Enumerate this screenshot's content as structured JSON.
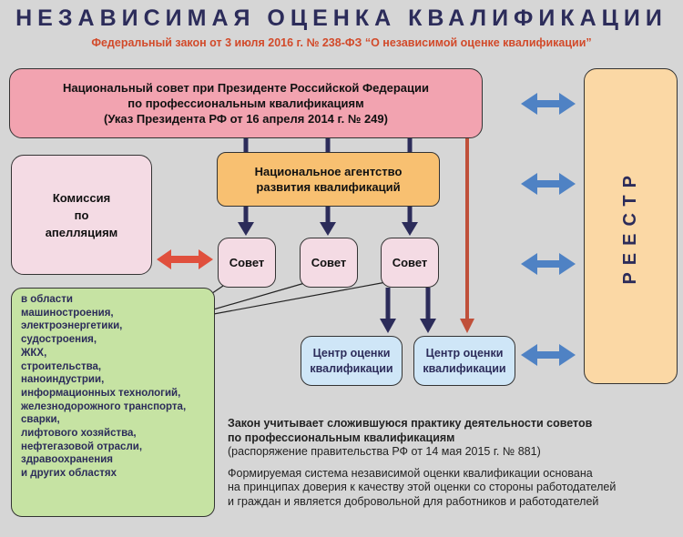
{
  "header": {
    "title": "НЕЗАВИСИМАЯ ОЦЕНКА КВАЛИФИКАЦИИ",
    "subtitle": "Федеральный закон от 3 июля 2016 г. № 238-ФЗ “О независимой оценке квалификации”"
  },
  "national_council": {
    "line1": "Национальный совет при Президенте Российской Федерации",
    "line2": "по профессиональным квалификациям",
    "line3": "(Указ Президента РФ от 16 апреля 2014 г. № 249)"
  },
  "agency": {
    "line1": "Национальное агентство",
    "line2": "развития квалификаций"
  },
  "appeal_commission": {
    "line1": "Комиссия",
    "line2": "по",
    "line3": "апелляциям"
  },
  "councils": [
    "Совет",
    "Совет",
    "Совет"
  ],
  "registry": {
    "label": "РЕЕСТР"
  },
  "areas": [
    "в области",
    "машиностроения,",
    "электроэнергетики,",
    "судостроения,",
    "ЖКХ,",
    "строительства,",
    "наноиндустрии,",
    "информационных технологий,",
    "железнодорожного транспорта,",
    "сварки,",
    "лифтового хозяйства,",
    "нефтегазовой отрасли,",
    "здравоохранения",
    "и других областях"
  ],
  "centers": [
    {
      "line1": "Центр оценки",
      "line2": "квалификации"
    },
    {
      "line1": "Центр оценки",
      "line2": "квалификации"
    }
  ],
  "note": {
    "bold_line1": "Закон учитывает сложившуюся практику деятельности советов",
    "bold_line2": "по профессиональным квалификациям",
    "ref": "(распоряжение правительства РФ от 14 мая 2015 г. № 881)",
    "p2_line1": "Формируемая система независимой оценки квалификации основана",
    "p2_line2": "на принципах доверия к качеству этой оценки со стороны работодателей",
    "p2_line3": "и граждан и является добровольной для работников и работодателей"
  },
  "colors": {
    "arrow_dark": "#2c2c5a",
    "arrow_red": "#c0503a",
    "arrow_blue": "#4f82c4",
    "arrow_appeal": "#e0503d"
  }
}
